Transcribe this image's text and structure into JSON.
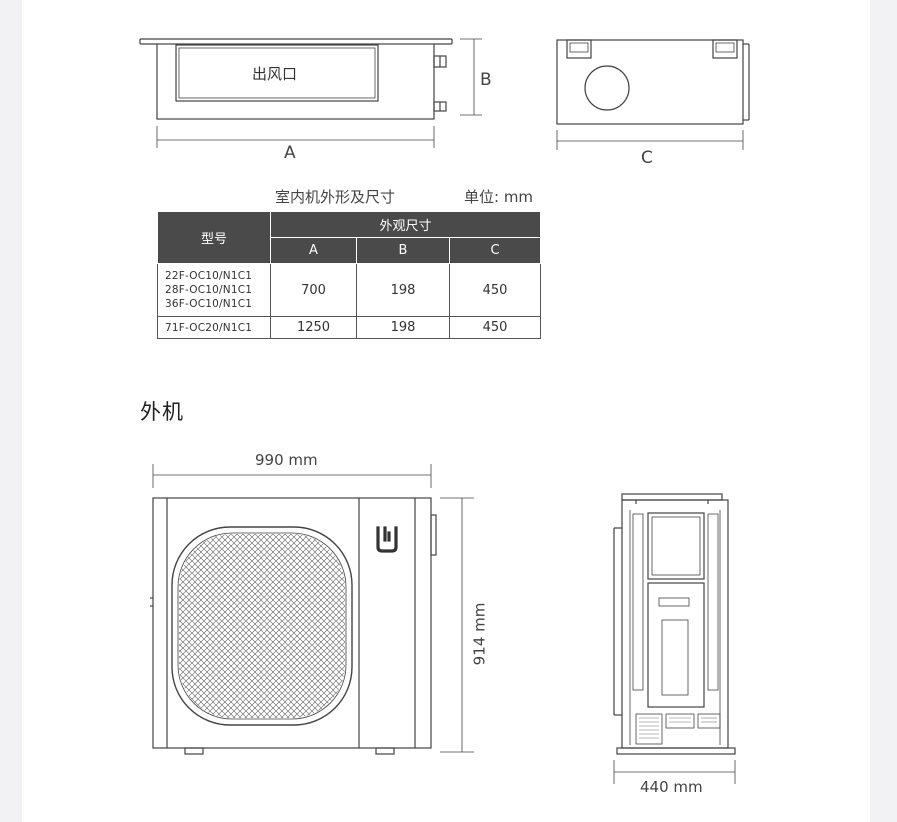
{
  "indoor": {
    "outlet_label": "出风口",
    "dim_a": "A",
    "dim_b": "B",
    "dim_c": "C"
  },
  "spec_table": {
    "title": "室内机外形及尺寸",
    "unit": "单位: mm",
    "model_header": "型号",
    "group_header": "外观尺寸",
    "col_a": "A",
    "col_b": "B",
    "col_c": "C",
    "rows": [
      {
        "models": [
          "22F-OC10/N1C1",
          "28F-OC10/N1C1",
          "36F-OC10/N1C1"
        ],
        "a": "700",
        "b": "198",
        "c": "450"
      },
      {
        "models": [
          "71F-OC20/N1C1"
        ],
        "a": "1250",
        "b": "198",
        "c": "450"
      }
    ]
  },
  "outdoor": {
    "title": "外机",
    "width_label": "990 mm",
    "height_label": "914 mm",
    "depth_label": "440 mm",
    "logo_icon": "mi-logo-icon"
  },
  "colors": {
    "line": "#444444",
    "header_bg": "#4a4a4a"
  }
}
